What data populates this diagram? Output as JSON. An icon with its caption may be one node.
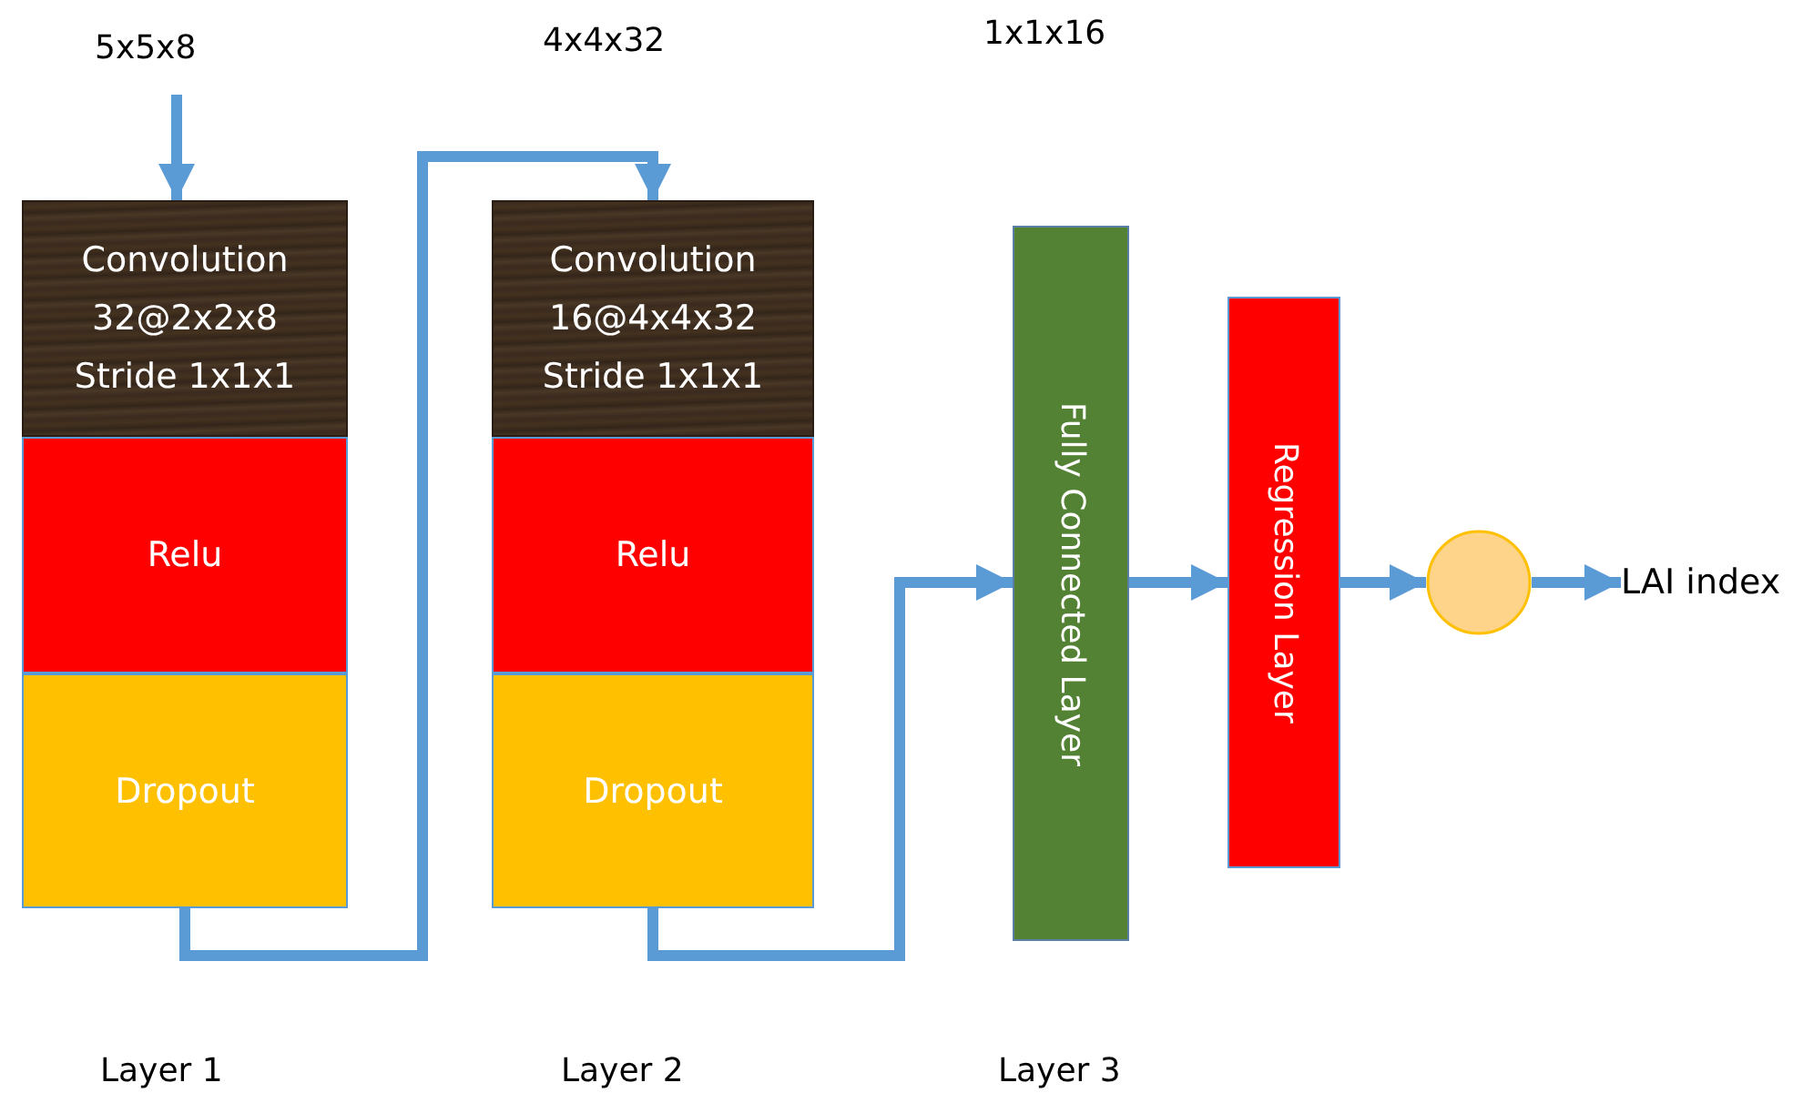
{
  "diagram": {
    "nodes": [
      {
        "text": [
          "Convolution 32@2x2x8 Stride 1x1x1"
        ]
      },
      {
        "text": [
          "Relu"
        ]
      },
      {
        "text": [
          "Dropout"
        ]
      },
      {
        "text": [
          "Convolution 16@4x4x32 Stride 1x1x1"
        ]
      },
      {
        "text": [
          "Relu"
        ]
      },
      {
        "text": [
          "Dropout"
        ]
      },
      {
        "text": [
          "Fully Connected Layer"
        ]
      },
      {
        "text": [
          "Regression Layer"
        ]
      },
      {
        "text": [],
        "shape": "circle"
      },
      {
        "text": [
          "LAI index"
        ]
      }
    ],
    "edges": [
      {
        "from": null,
        "to": 0,
        "arrow": "to"
      },
      {
        "from": 2,
        "to": 3,
        "arrow": "to"
      },
      {
        "from": 5,
        "to": 6,
        "arrow": "to"
      },
      {
        "from": 6,
        "to": 7,
        "arrow": "to"
      },
      {
        "from": 7,
        "to": 8,
        "arrow": "to"
      },
      {
        "from": 8,
        "to": 9,
        "arrow": "to"
      }
    ],
    "labels": [
      "5x5x8",
      "4x4x32",
      "1x1x16",
      "Layer 1",
      "Layer 2",
      "Layer 3"
    ]
  }
}
